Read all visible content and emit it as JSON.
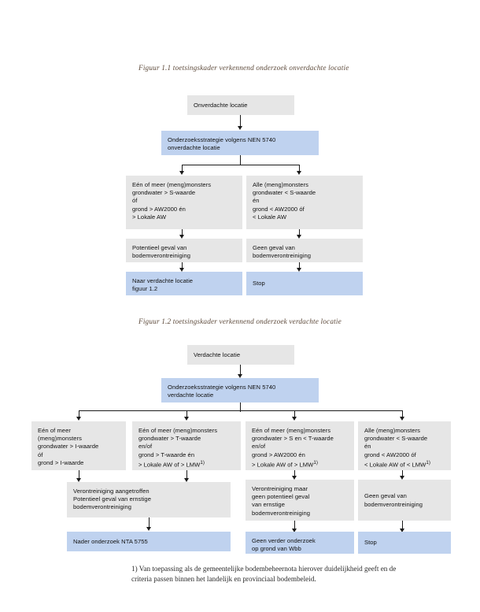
{
  "figure1": {
    "caption": "Figuur 1.1 toetsingskader verkennend onderzoek onverdachte locatie",
    "start_box": "Onverdachte locatie",
    "strategy_box": {
      "line1": "Onderzoeksstrategie volgens NEN 5740",
      "line2": "onverdachte locatie"
    },
    "branch_left": {
      "line1": "Eén of meer (meng)monsters",
      "line2": "grondwater > S-waarde",
      "line3": "óf",
      "line4": "grond > AW2000 én",
      "line5": "> Lokale AW"
    },
    "branch_right": {
      "line1": "Alle (meng)monsters",
      "line2": "grondwater < S-waarde",
      "line3": "én",
      "line4": "grond < AW2000 óf",
      "line5": "< Lokale AW"
    },
    "result_left": {
      "line1": "Potentieel geval van",
      "line2": "bodemverontreiniging"
    },
    "result_right": {
      "line1": "Geen geval van",
      "line2": "bodemverontreiniging"
    },
    "final_left": {
      "line1": "Naar verdachte locatie",
      "line2": "figuur 1.2"
    },
    "final_right": {
      "line1": "Stop"
    }
  },
  "figure2": {
    "caption": "Figuur 1.2 toetsingskader verkennend onderzoek verdachte locatie",
    "start_box": "Verdachte locatie",
    "strategy_box": {
      "line1": "Onderzoeksstrategie volgens NEN 5740",
      "line2": "verdachte locatie"
    },
    "branch1": {
      "line1": "Eén of meer",
      "line2": "(meng)monsters",
      "line3": "grondwater > I-waarde",
      "line4": "óf",
      "line5": "grond > I-waarde"
    },
    "branch2": {
      "line1": "Eén of meer (meng)monsters",
      "line2": "grondwater > T-waarde",
      "line3": "en/of",
      "line4": "grond > T-waarde én",
      "line5": "> Lokale AW of  > LMW",
      "line5_sup": "1)"
    },
    "branch3": {
      "line1": "Eén of meer (meng)monsters",
      "line2": "grondwater > S en < T-waarde",
      "line3": "en/of",
      "line4": "grond > AW2000 én",
      "line5": "> Lokale AW of  > LMW",
      "line5_sup": "1)"
    },
    "branch4": {
      "line1": "Alle (meng)monsters",
      "line2": "grondwater < S-waarde",
      "line3": "én",
      "line4": "grond < AW2000 óf",
      "line5": "< Lokale AW of < LMW",
      "line5_sup": "1)"
    },
    "merge_box": {
      "line1": "Verontreiniging aangetroffen",
      "line2": "Potentieel geval van ernstige",
      "line3": "bodemverontreiniging"
    },
    "result3": {
      "line1": "Verontreiniging  maar",
      "line2": "geen potentieel geval",
      "line3": "van ernstige",
      "line4": "bodemverontreiniging"
    },
    "result4": {
      "line1": "Geen geval van",
      "line2": "bodemverontreiniging"
    },
    "final_merge": {
      "line1": "Nader onderzoek NTA 5755"
    },
    "final3": {
      "line1": "Geen verder onderzoek",
      "line2": "op grond van Wbb"
    },
    "final4": {
      "line1": "Stop"
    }
  },
  "footnote": {
    "marker": "1)",
    "line1": "1) Van toepassing als de gemeentelijke bodembeheernota hierover duidelijkheid geeft en de",
    "line2": "criteria passen binnen het landelijk en provinciaal bodembeleid."
  },
  "colors": {
    "box_grey": "#e6e6e6",
    "box_blue": "#bfd2ef",
    "connector": "#1b1b1b",
    "caption_text": "#5e4b3c"
  }
}
